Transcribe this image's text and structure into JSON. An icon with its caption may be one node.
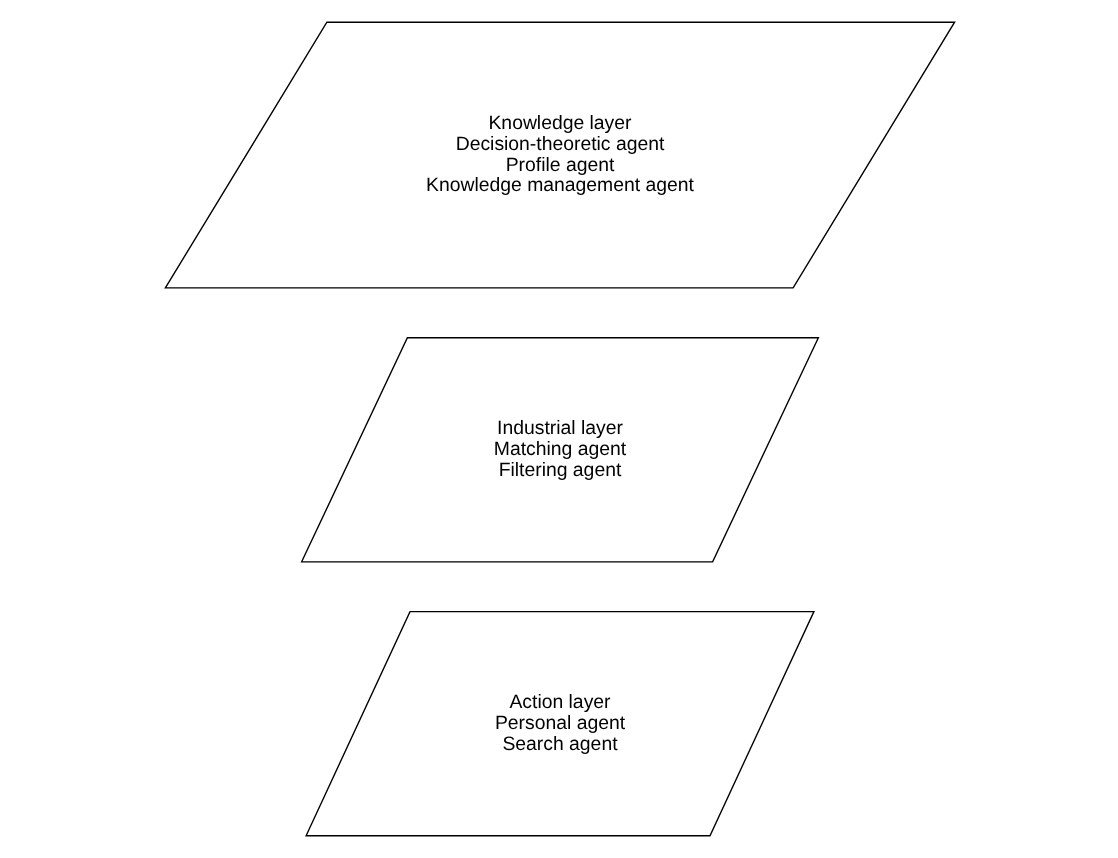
{
  "diagram": {
    "nodes": [
      {
        "text": [
          "Action layer",
          "Personal agent",
          "Search agent"
        ]
      },
      {
        "text": [
          "Industrial layer",
          "Matching agent",
          "Filtering agent"
        ]
      },
      {
        "text": [
          "Knowledge layer",
          "Decision-theoretic agent",
          "Profile agent",
          "Knowledge management agent"
        ]
      }
    ],
    "edges": []
  }
}
